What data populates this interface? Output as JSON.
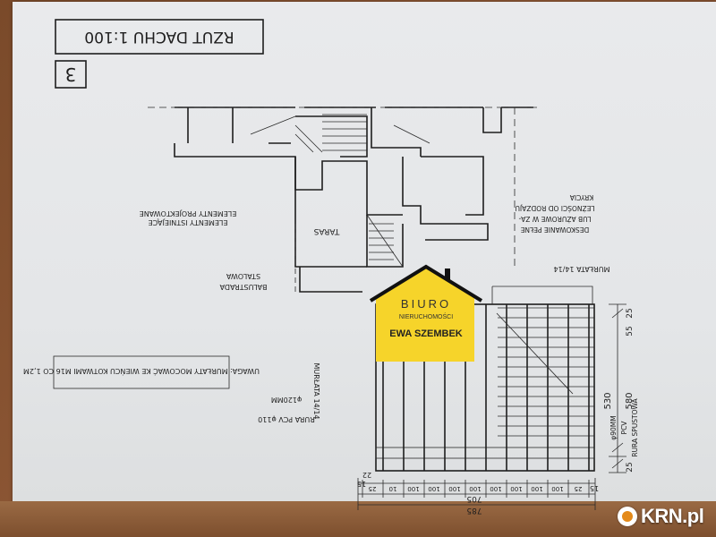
{
  "drawing": {
    "title": "RZUT DACHU 1:100",
    "sheet_number": "3",
    "note_caution": "UWAGA: MURŁATY MOCOWAĆ KE WIEŃCU KOTWAMI M16 CO 1,2M",
    "label_existing_elements": "ELEMENTY ISTNIEJĄCE",
    "label_designed_elements": "ELEMENTY PROJEKTOWANE",
    "label_balustrade_1": "BALUSTRADA",
    "label_balustrade_2": "STALOWA",
    "label_terrace": "TARAS",
    "label_roof_boarding_1": "DESKOWANIE PEŁNE",
    "label_roof_boarding_2": "LUB AŻUROWE W ZA-",
    "label_roof_boarding_3": "LEŻNOŚCI OD RODZAJU",
    "label_roof_boarding_4": "KRYCIA",
    "label_wall_plate_top": "MURŁATA 14/14",
    "label_wall_plate_left": "MURŁATA 14/14",
    "label_pipe_1": "RURA PCV φ110",
    "label_pipe_2": "φ120MM",
    "label_pipe_right_1": "RURA SPUSTOWA",
    "label_pipe_right_2": "PCV",
    "label_pipe_right_3": "φ90MM",
    "dim_580": "580",
    "dim_530": "530",
    "dim_25_a": "25",
    "dim_25_b": "25",
    "dim_705": "705",
    "dim_785": "785",
    "dim_15_a": "15",
    "dim_15_b": "15",
    "dim_22": "22",
    "dim_row_bottom": [
      "25",
      "10",
      "100",
      "100",
      "100",
      "100",
      "100",
      "100",
      "100",
      "100",
      "25"
    ],
    "dim_55": "55"
  },
  "logo": {
    "line1": "BIURO",
    "line2": "NIERUCHOMOŚCI",
    "line3": "EWA SZEMBEK",
    "color": "#f6d42a"
  },
  "watermark": {
    "text": "KRN.pl"
  }
}
